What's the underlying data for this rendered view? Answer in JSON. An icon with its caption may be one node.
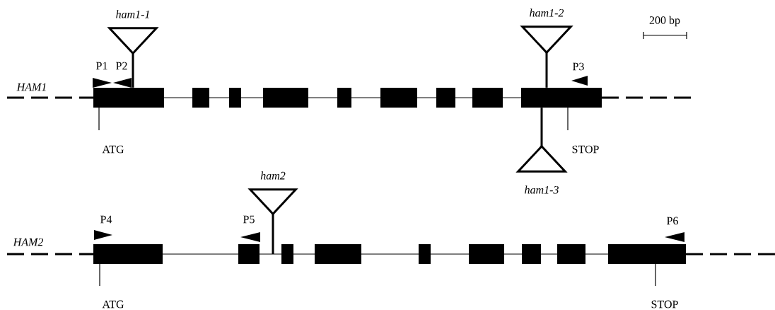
{
  "diagram": {
    "nodes": [
      {
        "text": [
          "ham1-1"
        ]
      },
      {
        "text": [
          "ham1-2"
        ]
      },
      {
        "text": [
          "HAM1"
        ]
      },
      {
        "text": [
          "ham1-3"
        ]
      },
      {
        "text": [
          "ham2"
        ]
      },
      {
        "text": [
          "HAM2"
        ]
      }
    ],
    "edges": [
      {
        "from": 0,
        "to": 2,
        "arrow": "none"
      },
      {
        "from": 1,
        "to": 2,
        "arrow": "none"
      },
      {
        "from": 3,
        "to": 2,
        "arrow": "none"
      },
      {
        "from": 4,
        "to": 5,
        "arrow": "none"
      }
    ],
    "labels": [
      "200 bp",
      "P1",
      "P2",
      "P3",
      "ATG",
      "STOP",
      "P4",
      "P5",
      "P6",
      "ATG",
      "STOP"
    ]
  }
}
